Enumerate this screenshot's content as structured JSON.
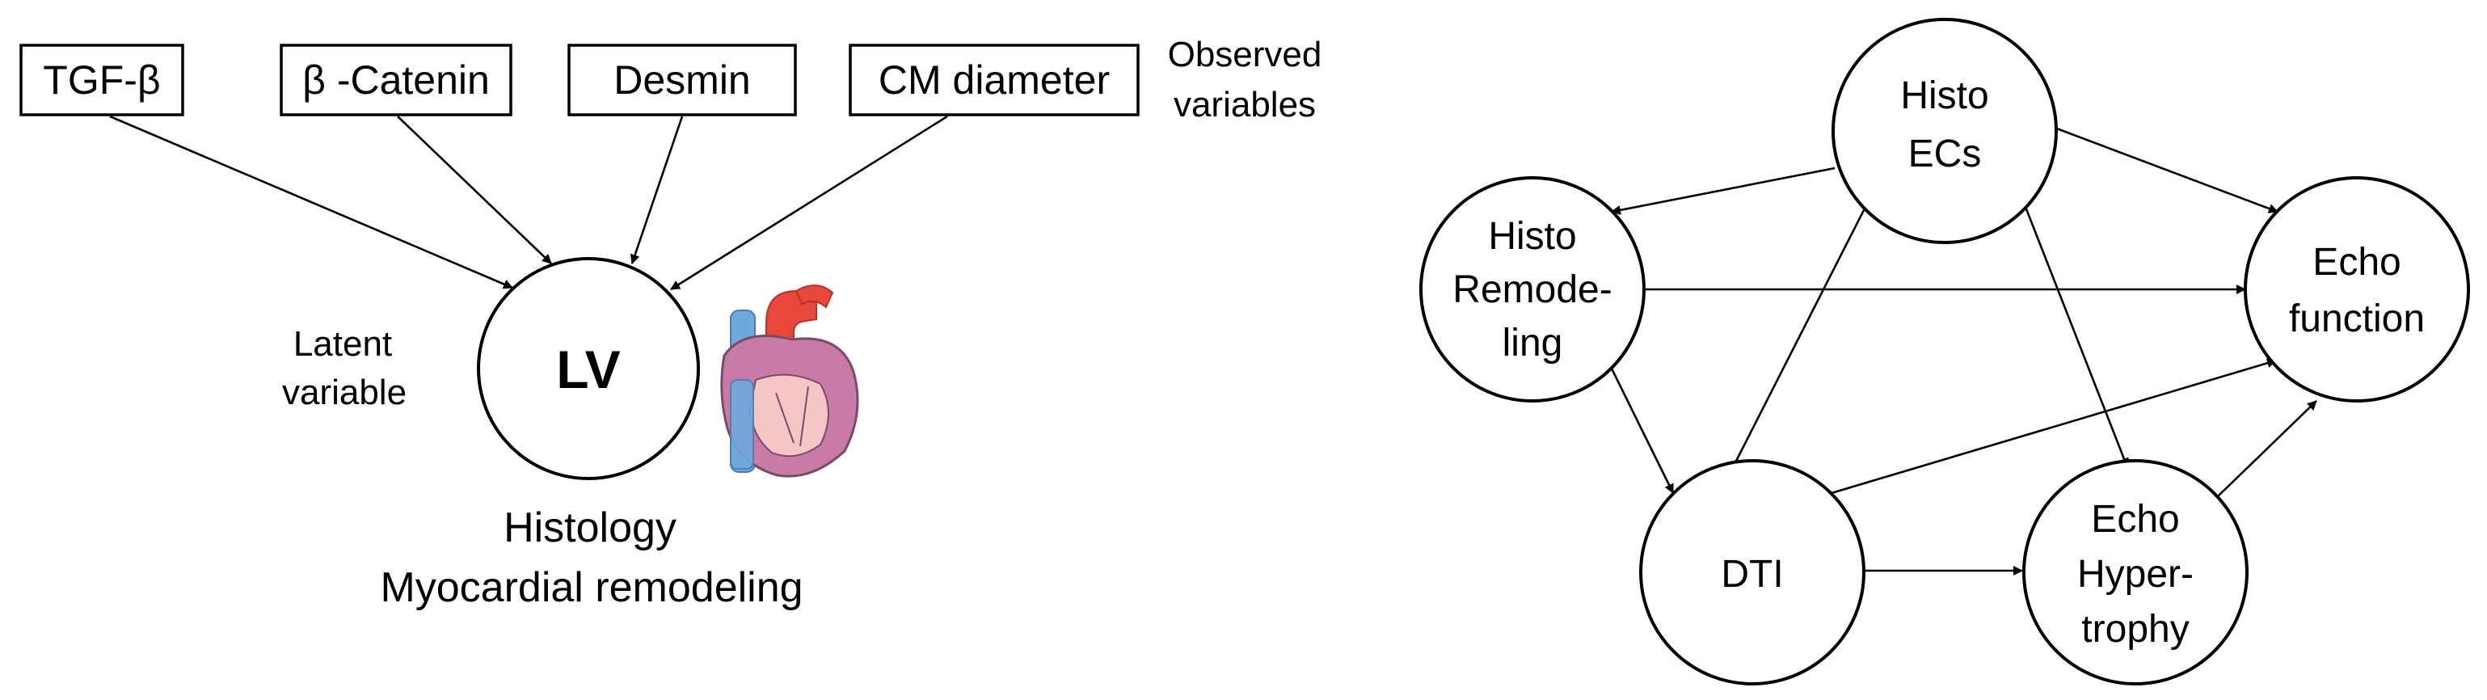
{
  "left_panel": {
    "observed": [
      {
        "id": "tgf",
        "label": "TGF-β"
      },
      {
        "id": "catenin",
        "label": "β -Catenin"
      },
      {
        "id": "desmin",
        "label": "Desmin"
      },
      {
        "id": "cm",
        "label": "CM diameter"
      }
    ],
    "observed_caption": [
      "Observed",
      "variables"
    ],
    "latent_caption": [
      "Latent",
      "variable"
    ],
    "latent_node": "LV",
    "bottom_caption": [
      "Histology",
      "Myocardial remodeling"
    ]
  },
  "right_panel": {
    "nodes": [
      {
        "id": "histo_ecs",
        "lines": [
          "Histo",
          "ECs"
        ]
      },
      {
        "id": "histo_remodeling",
        "lines": [
          "Histo",
          "Remode-",
          "ling"
        ]
      },
      {
        "id": "echo_function",
        "lines": [
          "Echo",
          "function"
        ]
      },
      {
        "id": "dti",
        "lines": [
          "DTI"
        ]
      },
      {
        "id": "echo_hypertrophy",
        "lines": [
          "Echo",
          "Hyper-",
          "trophy"
        ]
      }
    ],
    "edges": [
      [
        "histo_ecs",
        "histo_remodeling"
      ],
      [
        "histo_ecs",
        "echo_function"
      ],
      [
        "histo_ecs",
        "dti"
      ],
      [
        "histo_ecs",
        "echo_hypertrophy"
      ],
      [
        "histo_remodeling",
        "echo_function"
      ],
      [
        "histo_remodeling",
        "dti"
      ],
      [
        "dti",
        "echo_function"
      ],
      [
        "dti",
        "echo_hypertrophy"
      ],
      [
        "echo_hypertrophy",
        "echo_function"
      ]
    ]
  },
  "heart_colors": {
    "vein": "#6fa8dc",
    "aorta": "#e8473b",
    "tissue": "#c97ba8",
    "chamber": "#f4c6c6",
    "outline": "#7a4a6a"
  }
}
